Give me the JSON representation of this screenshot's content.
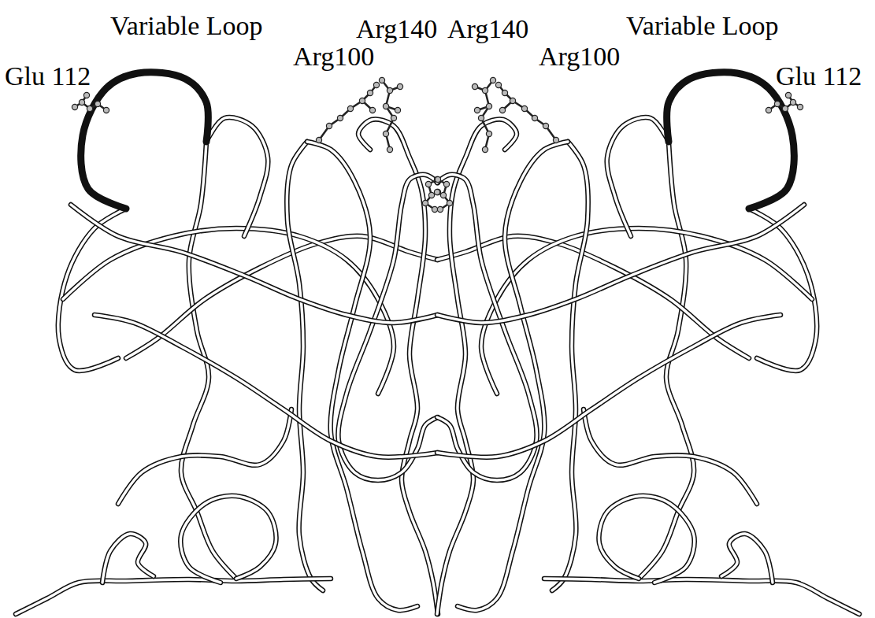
{
  "diagram": {
    "labels": [
      "Glu 112",
      "Variable Loop",
      "Arg100",
      "Arg140",
      "Arg140",
      "Arg100",
      "Variable Loop",
      "Glu 112"
    ]
  }
}
